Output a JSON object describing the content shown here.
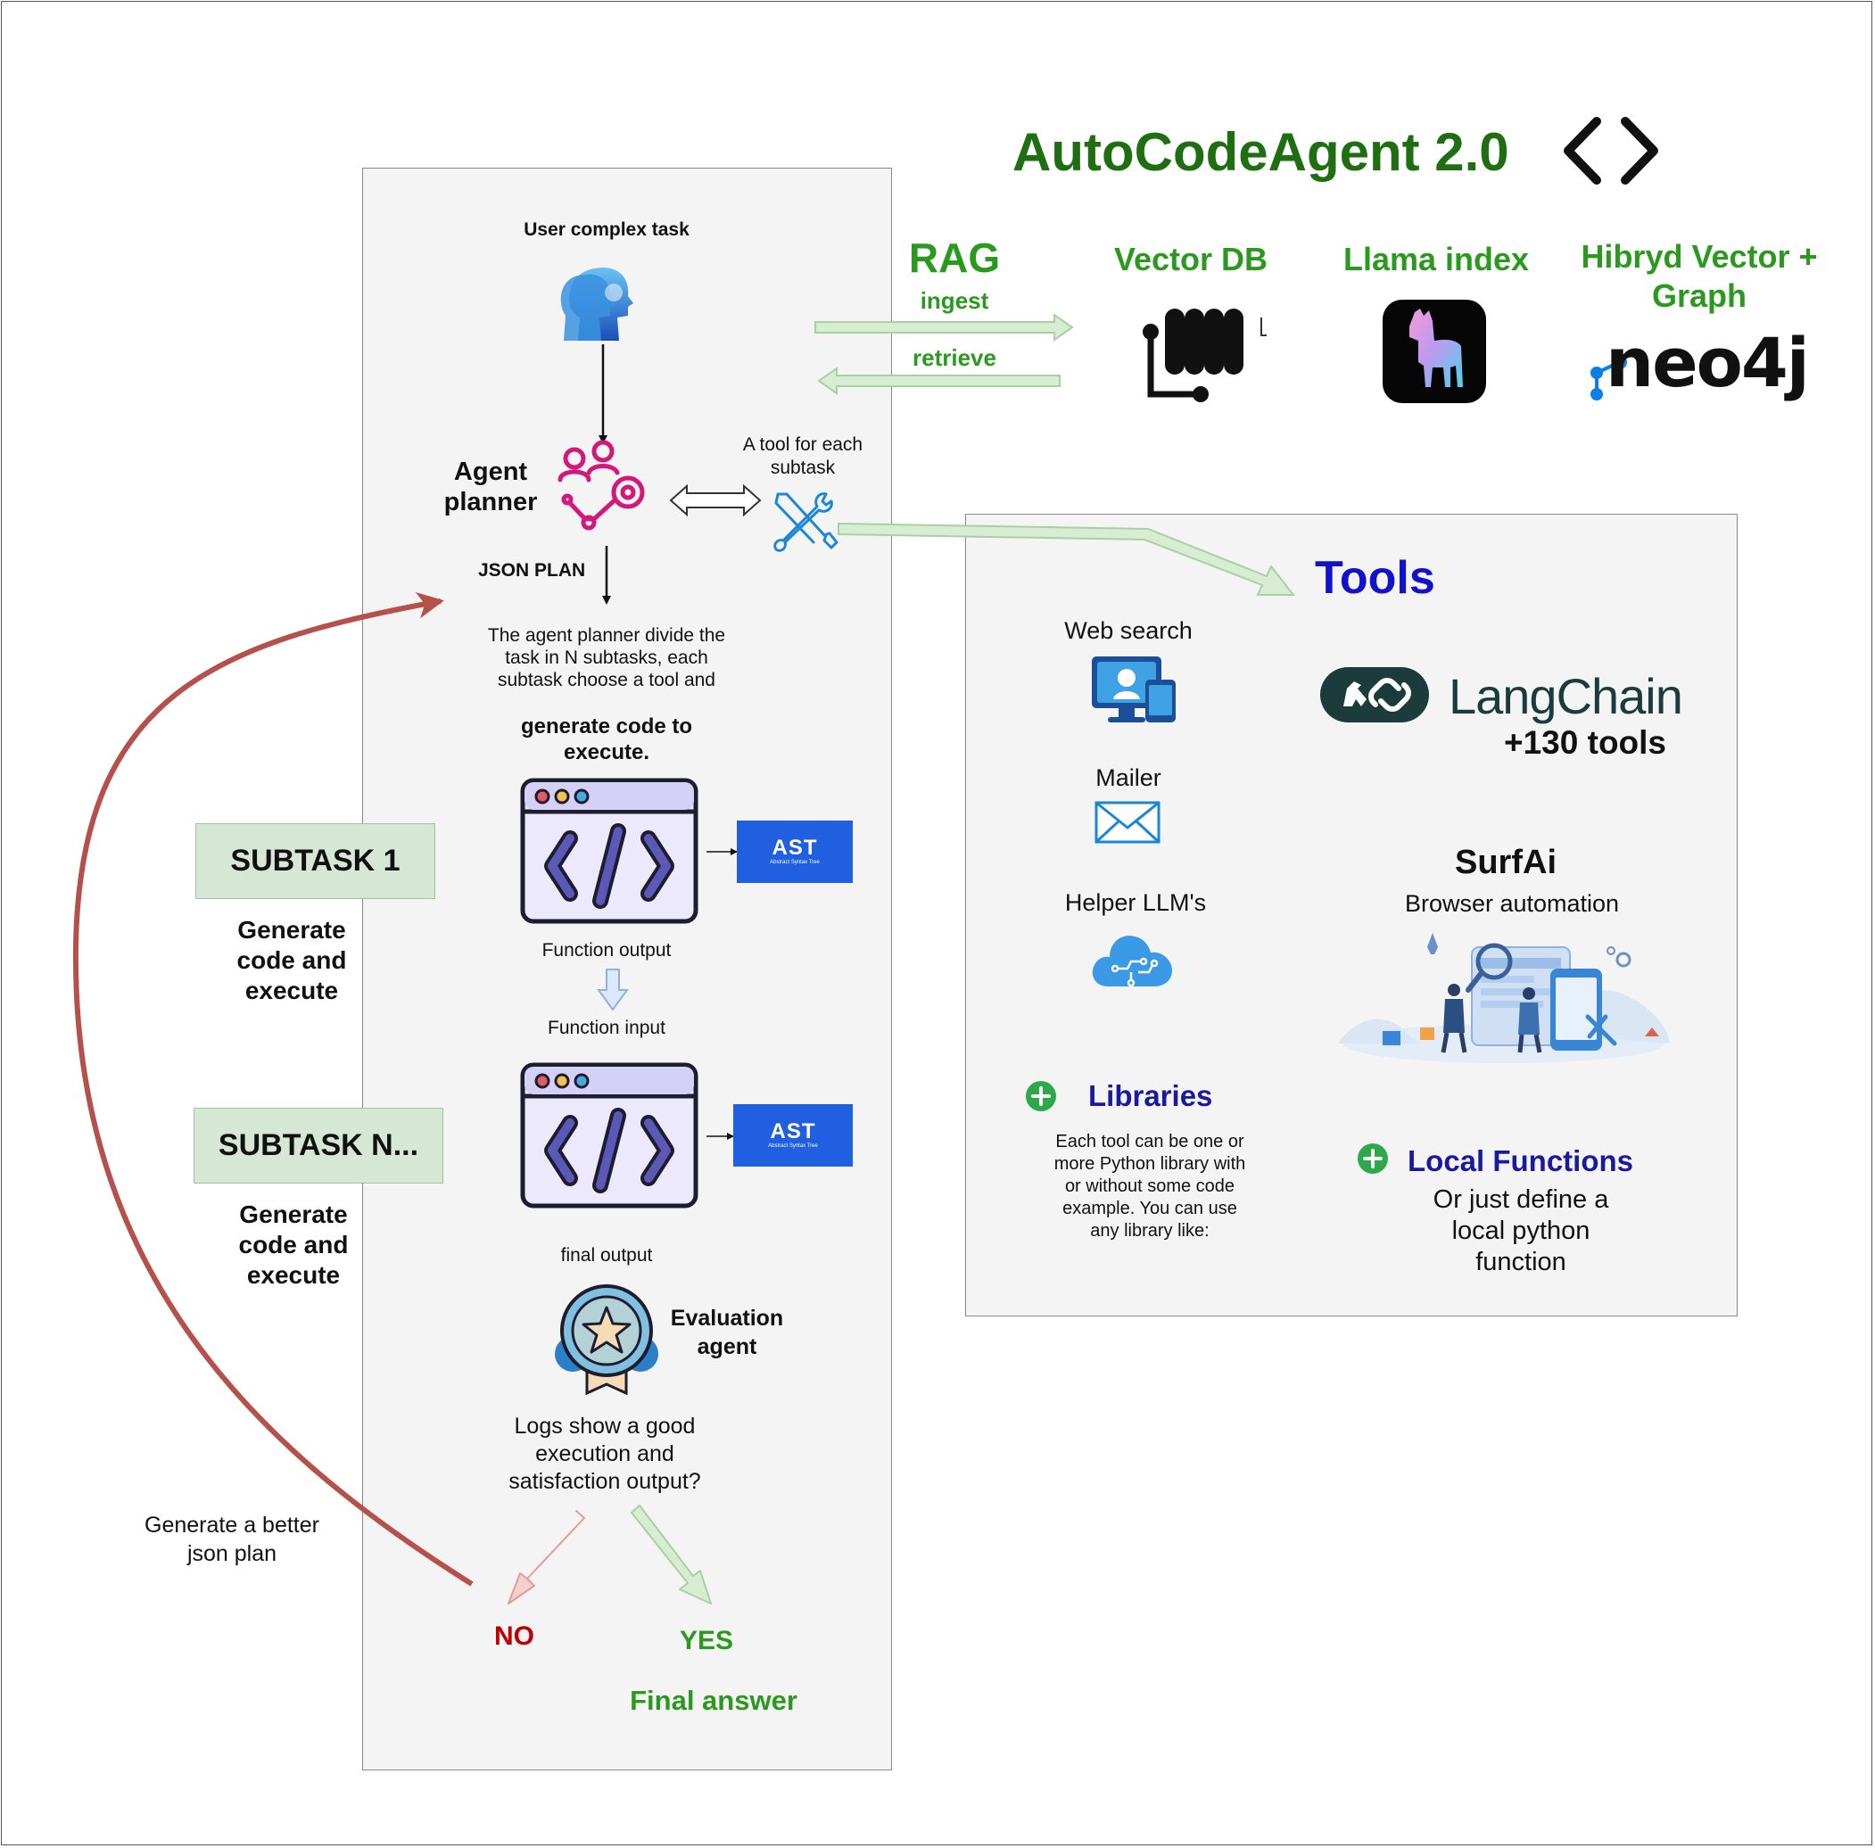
{
  "title": "AutoCodeAgent 2.0",
  "rag": {
    "label": "RAG",
    "ingest": "ingest",
    "retrieve": "retrieve",
    "vector_db": "Vector DB",
    "llama_index": "Llama index",
    "hybrid": "Hibryd Vector + Graph",
    "neo4j_logo": "neo4j"
  },
  "flow": {
    "user_task": "User complex task",
    "agent_planner": "Agent planner",
    "tool_each": "A tool for each subtask",
    "json_plan": "JSON PLAN",
    "planner_desc": "The agent planner divide the task in N subtasks, each subtask choose a tool and",
    "planner_desc_bold": "generate code to execute.",
    "ast_label": "AST",
    "ast_sub": "Abstract Syntax Tree",
    "function_output": "Function output",
    "function_input": "Function input",
    "final_output": "final output",
    "evaluation_agent": "Evaluation agent",
    "logs_question": "Logs show a good execution and satisfaction output?",
    "no": "NO",
    "yes": "YES",
    "final_answer": "Final answer",
    "better_plan": "Generate a better json plan"
  },
  "subtasks": [
    {
      "label": "SUBTASK 1",
      "desc": "Generate code and execute"
    },
    {
      "label": "SUBTASK N...",
      "desc": "Generate code and execute"
    }
  ],
  "tools": {
    "title": "Tools",
    "web_search": "Web search",
    "mailer": "Mailer",
    "helper_llms": "Helper LLM's",
    "langchain": "LangChain",
    "langchain_count": "+130 tools",
    "surfai": "SurfAi",
    "surfai_desc": "Browser automation",
    "libraries": "Libraries",
    "libraries_desc": "Each tool can be one or more Python library with or without some code example. You can use any library like:",
    "local_functions": "Local Functions",
    "local_desc": "Or just define a local python function"
  },
  "colors": {
    "title_green": "#1f6e12",
    "rag_green": "#2a9a1f",
    "tools_blue": "#1212cc",
    "feedback_red": "#b5504b",
    "panel_bg": "#f4f4f4",
    "subtask_bg": "#d6e8d5",
    "ast_blue": "#1f5fe0"
  }
}
